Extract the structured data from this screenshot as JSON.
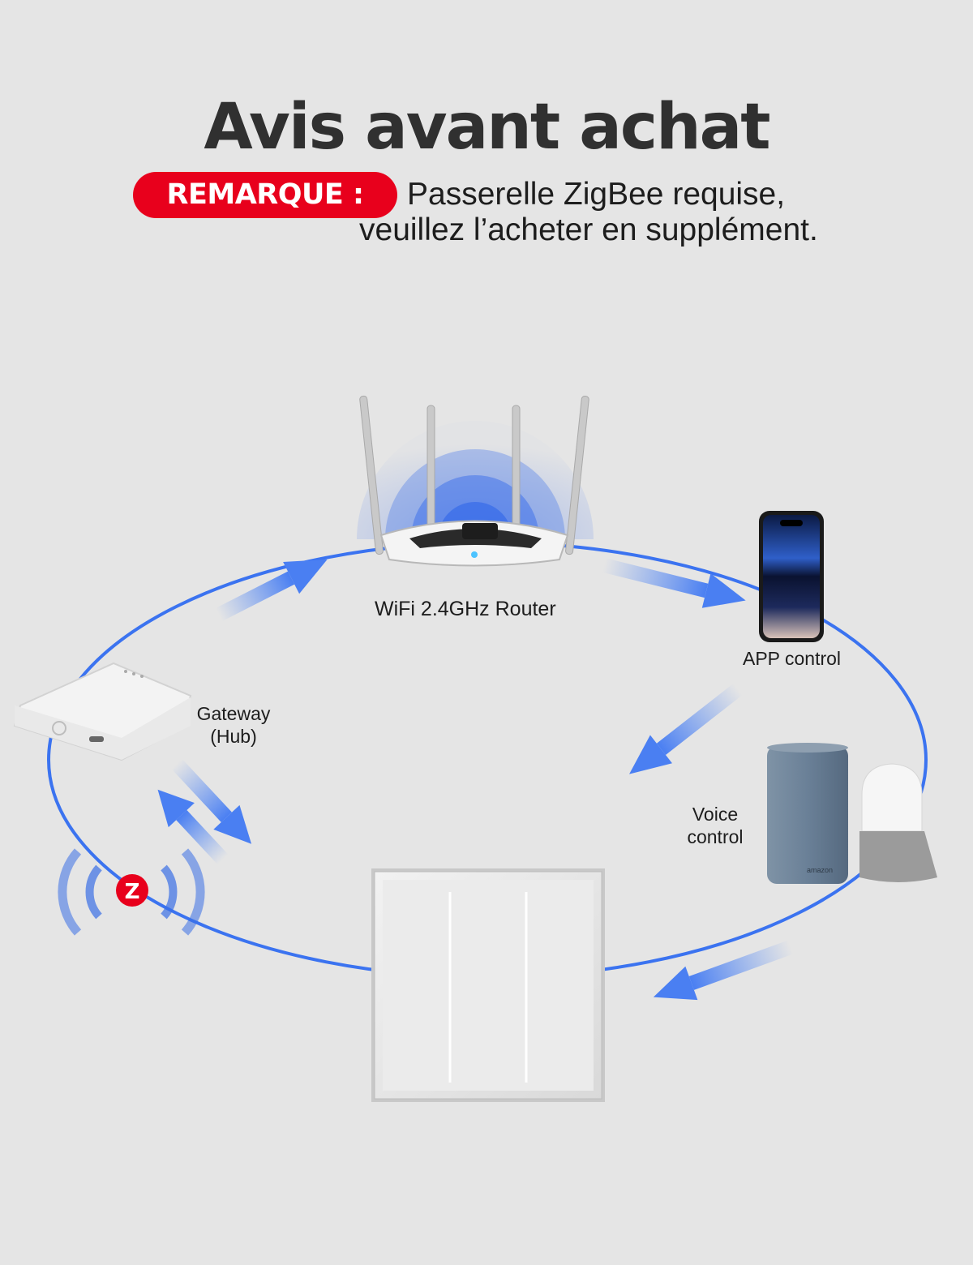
{
  "header": {
    "title": "Avis avant achat",
    "note_badge": "REMARQUE :",
    "note_line1": "Passerelle ZigBee requise,",
    "note_line2": "veuillez l’acheter en supplément."
  },
  "nodes": {
    "router_label": "WiFi 2.4GHz Router",
    "app_label": "APP control",
    "gateway_label_line1": "Gateway",
    "gateway_label_line2": "(Hub)",
    "voice_label_line1": "Voice",
    "voice_label_line2": "control",
    "speaker_brand": "amazon",
    "zigbee_letter": "Z"
  },
  "colors": {
    "accent_red": "#e8001c",
    "ring_blue": "#3b73f0",
    "arrow_blue": "#5b8ef5",
    "background": "#e5e5e5"
  }
}
